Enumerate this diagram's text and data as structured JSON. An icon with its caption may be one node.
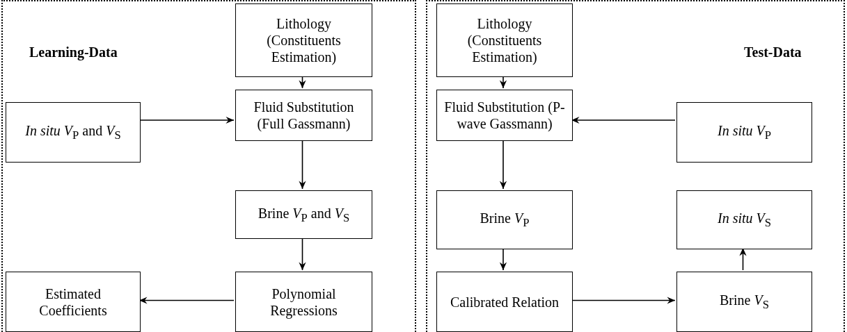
{
  "diagram": {
    "nodes": [
      {
        "text": [
          "Learning-Data"
        ]
      },
      {
        "text": [
          "Lithology (Constituents Estimation)"
        ],
        "in": 0
      },
      {
        "text": [
          "*In situ V*$_{P}$ and *V*$_{S}$"
        ],
        "in": 0
      },
      {
        "text": [
          "Fluid Substitution (Full Gassmann)"
        ],
        "in": 0
      },
      {
        "text": [
          "Brine *V*$_{P}$ and *V*$_{S}$"
        ],
        "in": 0
      },
      {
        "text": [
          "Estimated Coefficients"
        ],
        "in": 0
      },
      {
        "text": [
          "Polynomial Regressions"
        ],
        "in": 0
      },
      {
        "text": [
          "Test-Data"
        ]
      },
      {
        "text": [
          "Lithology (Constituents Estimation)"
        ],
        "in": 7
      },
      {
        "text": [
          "Fluid Substitution (P-wave Gassmann)"
        ],
        "in": 7
      },
      {
        "text": [
          "*In situ V*$_{P}$"
        ],
        "in": 7
      },
      {
        "text": [
          "Brine *V*$_{P}$"
        ],
        "in": 7
      },
      {
        "text": [
          "*In situ V*$_{S}$"
        ],
        "in": 7
      },
      {
        "text": [
          "Calibrated Relation"
        ],
        "in": 7
      },
      {
        "text": [
          "Brine *V*$_{S}$"
        ],
        "in": 7
      }
    ],
    "edges": [
      {
        "from": 1,
        "to": 3,
        "arrow": "to"
      },
      {
        "from": 2,
        "to": 3,
        "arrow": "to"
      },
      {
        "from": 3,
        "to": 4,
        "arrow": "to"
      },
      {
        "from": 4,
        "to": 6,
        "arrow": "to"
      },
      {
        "from": 6,
        "to": 5,
        "arrow": "to"
      },
      {
        "from": 8,
        "to": 9,
        "arrow": "to"
      },
      {
        "from": 10,
        "to": 9,
        "arrow": "to"
      },
      {
        "from": 9,
        "to": 11,
        "arrow": "to"
      },
      {
        "from": 11,
        "to": 13,
        "arrow": "to"
      },
      {
        "from": 13,
        "to": 14,
        "arrow": "to"
      },
      {
        "from": 14,
        "to": 12,
        "arrow": "to"
      }
    ]
  }
}
